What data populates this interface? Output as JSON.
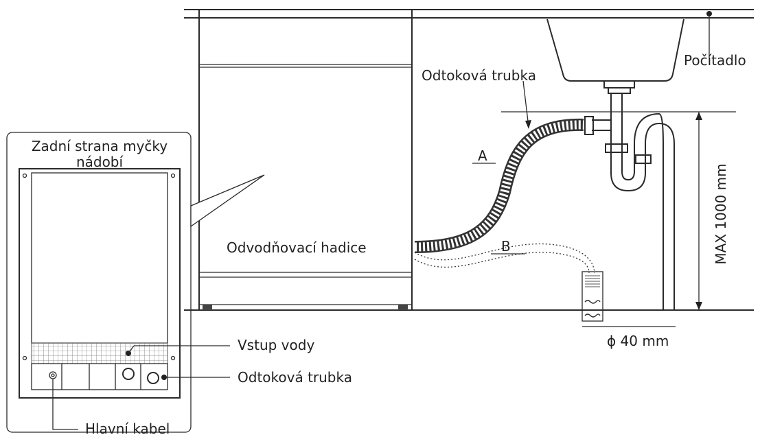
{
  "labels": {
    "counter": "Počítadlo",
    "drain_pipe_top": "Odtoková trubka",
    "back_of_dishwasher_line1": "Zadní strana myčky",
    "back_of_dishwasher_line2": "nádobí",
    "drain_hose": "Odvodňovací hadice",
    "option_a": "A",
    "option_b": "B",
    "max_height": "MAX 1000 mm",
    "diameter": "ϕ 40 mm",
    "water_inlet": "Vstup vody",
    "drain_pipe_bottom": "Odtoková trubka",
    "main_cable": "Hlavní kabel"
  }
}
